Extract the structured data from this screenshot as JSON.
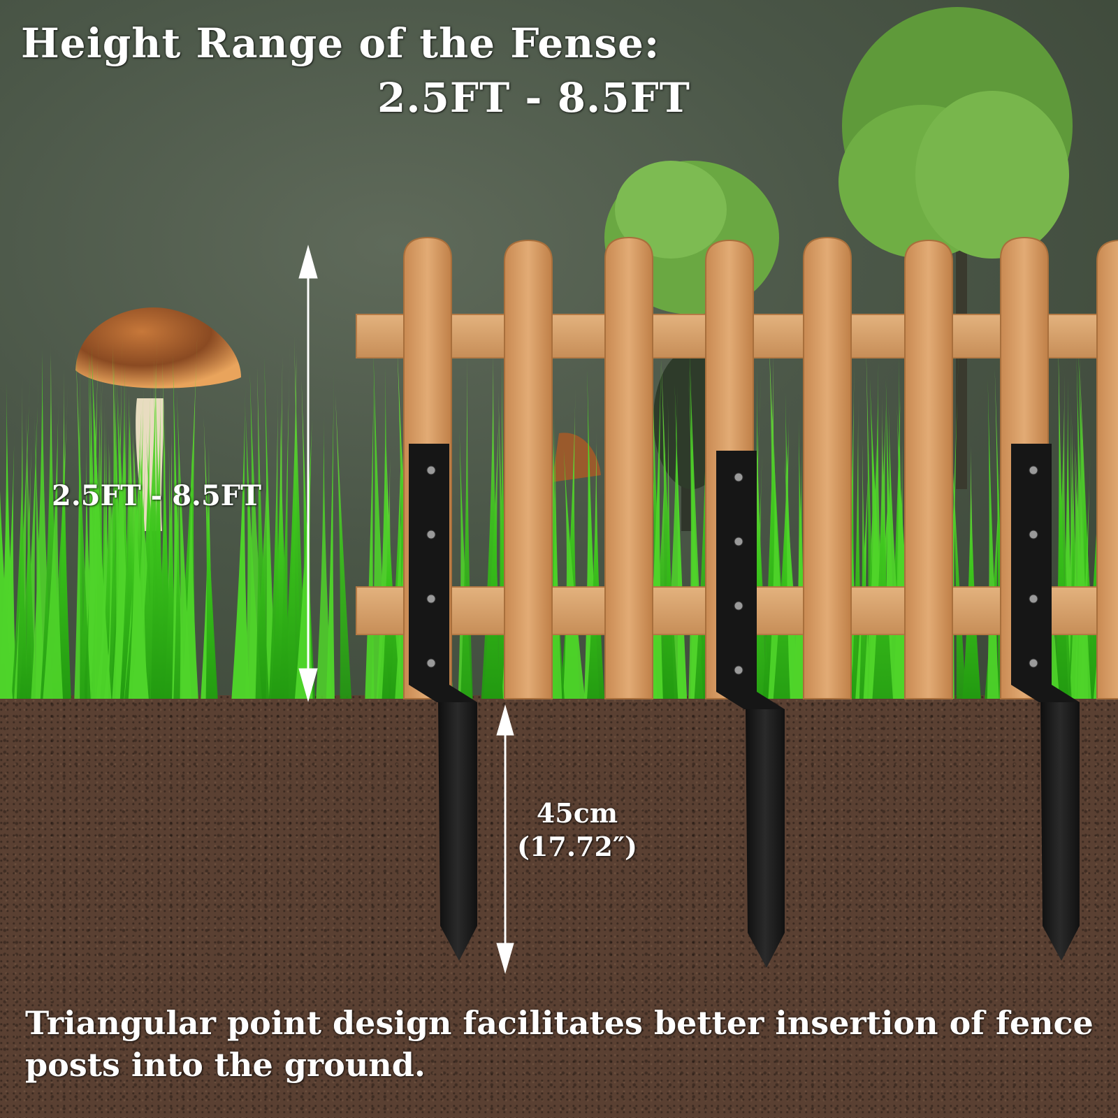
{
  "title": "Height Range of the Fense:",
  "height_range": "2.5FT - 8.5FT",
  "height_label": "2.5FT - 8.5FT",
  "depth_cm": "45cm",
  "depth_in": "(17.72″)",
  "caption": "Triangular point design facilitates better  insertion of fence posts into the ground.",
  "colors": {
    "text": "#ffffff",
    "sky": "#4b5748",
    "grass": "#39c31a",
    "wood": "#d9a06a",
    "soil": "#5a4032",
    "stake": "#1c1c1c"
  }
}
